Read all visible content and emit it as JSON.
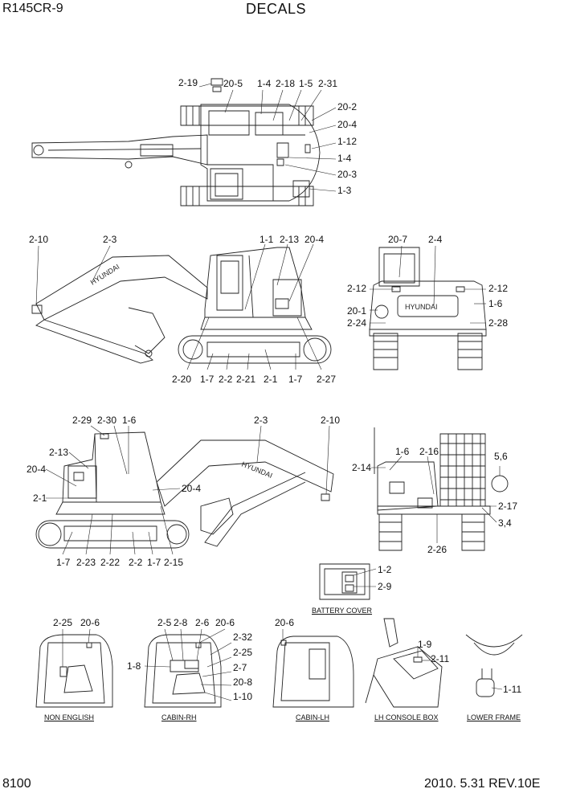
{
  "header": {
    "model": "R145CR-9",
    "title": "DECALS"
  },
  "footer": {
    "page": "8100",
    "revision": "2010. 5.31  REV.10E"
  },
  "brand": {
    "boom_text": "HYUNDAI",
    "rear_text": "HYUNDAI"
  },
  "views": {
    "top": {
      "labels": [
        "2-19",
        "20-5",
        "1-4",
        "2-18",
        "1-5",
        "2-31",
        "20-2",
        "20-4",
        "1-12",
        "1-4",
        "20-3",
        "1-3"
      ]
    },
    "left_side": {
      "labels": [
        "2-10",
        "2-3",
        "1-1",
        "2-13",
        "20-4",
        "2-20",
        "1-7",
        "2-2",
        "2-21",
        "2-1",
        "1-7",
        "2-27"
      ]
    },
    "rear": {
      "labels": [
        "20-7",
        "2-4",
        "2-12",
        "2-12",
        "1-6",
        "20-1",
        "2-24",
        "2-28"
      ]
    },
    "right_side": {
      "labels": [
        "2-29",
        "2-30",
        "1-6",
        "2-3",
        "2-10",
        "2-13",
        "20-4",
        "20-4",
        "2-1",
        "1-7",
        "2-23",
        "2-22",
        "2-2",
        "1-7",
        "2-15"
      ]
    },
    "front": {
      "labels": [
        "1-6",
        "2-16",
        "2-14",
        "5,6",
        "2-17",
        "3,4",
        "2-26"
      ]
    },
    "battery": {
      "labels": [
        "1-2",
        "2-9"
      ],
      "caption": "BATTERY COVER"
    },
    "non_english": {
      "labels": [
        "2-25",
        "20-6"
      ],
      "caption": "NON ENGLISH"
    },
    "cabin_rh": {
      "labels": [
        "2-5",
        "2-8",
        "2-6",
        "20-6",
        "2-32",
        "2-25",
        "1-8",
        "2-7",
        "20-8",
        "1-10"
      ],
      "caption": "CABIN-RH"
    },
    "cabin_lh": {
      "labels": [
        "20-6"
      ],
      "caption": "CABIN-LH"
    },
    "lh_console": {
      "labels": [
        "1-9",
        "2-11"
      ],
      "caption": "LH CONSOLE BOX"
    },
    "lower_frame": {
      "labels": [
        "1-11"
      ],
      "caption": "LOWER FRAME"
    }
  }
}
